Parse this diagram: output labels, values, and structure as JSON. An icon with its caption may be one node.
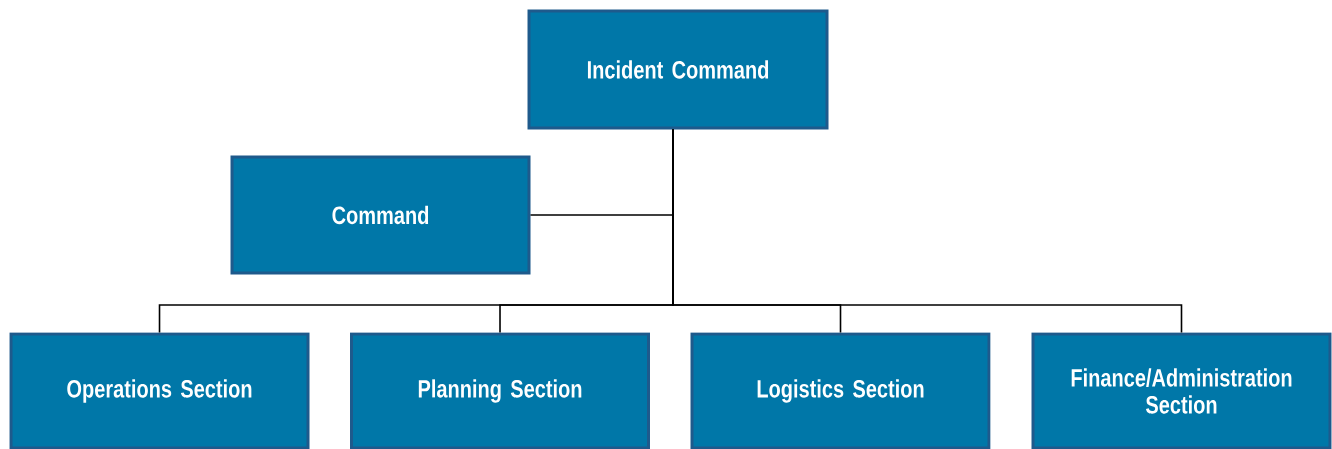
{
  "diagram": {
    "nodes": [
      {
        "text": [
          "Incident Command"
        ]
      },
      {
        "text": [
          "Command"
        ]
      },
      {
        "text": [
          "Operations Section"
        ]
      },
      {
        "text": [
          "Planning Section"
        ]
      },
      {
        "text": [
          "Logistics Section"
        ]
      },
      {
        "text": [
          "Finance/Administration Section"
        ]
      }
    ],
    "edges": [
      {
        "from": 1,
        "to": 0,
        "arrow": "none"
      },
      {
        "from": 0,
        "to": 2,
        "arrow": "none"
      },
      {
        "from": 0,
        "to": 3,
        "arrow": "none"
      },
      {
        "from": 0,
        "to": 4,
        "arrow": "none"
      },
      {
        "from": 0,
        "to": 5,
        "arrow": "none"
      }
    ]
  }
}
